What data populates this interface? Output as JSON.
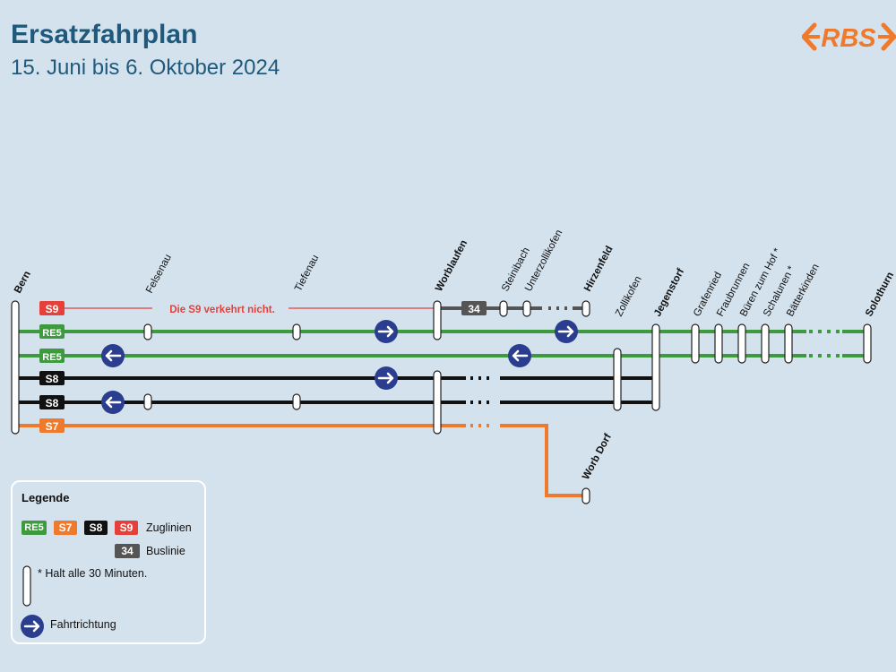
{
  "header": {
    "title": "Ersatzfahrplan",
    "subtitle": "15. Juni bis 6. Oktober 2024"
  },
  "logo": {
    "text": "RBS",
    "color": "#f07a2b"
  },
  "colors": {
    "background": "#d4e2ed",
    "re5": "#3d9a3f",
    "s7": "#f07a2b",
    "s8": "#111111",
    "s9": "#e5413a",
    "bus": "#555555",
    "arrow": "#2a3d8f"
  },
  "lines": {
    "s9_label": "S9",
    "re5_label": "RE5",
    "s8_label": "S8",
    "s7_label": "S7",
    "bus_label": "34",
    "s9_notice": "Die S9 verkehrt nicht."
  },
  "stations": {
    "bern": "Bern",
    "felsenau": "Felsenau",
    "tiefenau": "Tiefenau",
    "worblaufen": "Worblaufen",
    "steinibach": "Steinibach",
    "unterzollikofen": "Unterzollikofen",
    "hirzenfeld": "Hirzenfeld",
    "zollikofen": "Zollikofen",
    "jegenstorf": "Jegenstorf",
    "grafenried": "Grafenried",
    "fraubrunnen": "Fraubrunnen",
    "bueren": "Büren zum Hof *",
    "schalunen": "Schalunen *",
    "baetterkinden": "Bätterkinden",
    "solothurn": "Solothurn",
    "worb_dorf": "Worb Dorf"
  },
  "legend": {
    "title": "Legende",
    "train_badges": [
      "RE5",
      "S7",
      "S8",
      "S9"
    ],
    "train_label": "Zuglinien",
    "bus_badge": "34",
    "bus_label": "Buslinie",
    "halt_label": "*  Halt alle 30 Minuten.",
    "direction_label": "Fahrtrichtung"
  }
}
